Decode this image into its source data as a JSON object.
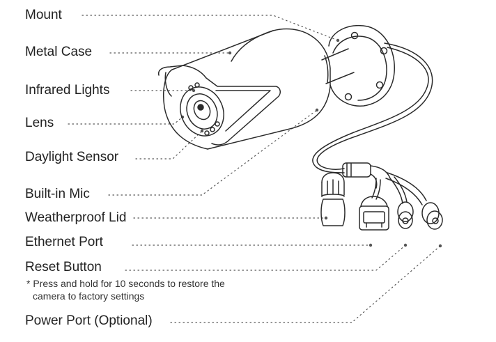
{
  "labels": {
    "mount": "Mount",
    "metal_case": "Metal Case",
    "infrared_lights": "Infrared Lights",
    "lens": "Lens",
    "daylight_sensor": "Daylight Sensor",
    "built_in_mic": "Built-in Mic",
    "weatherproof_lid": "Weatherproof Lid",
    "ethernet_port": "Ethernet Port",
    "reset_button": "Reset Button",
    "power_port": "Power Port (Optional)"
  },
  "reset_note": {
    "line1": "* Press and hold for 10 seconds to restore the",
    "line2": "camera to factory settings"
  },
  "colors": {
    "line": "#2b2b2b",
    "leader": "#555555",
    "text": "#222222"
  }
}
